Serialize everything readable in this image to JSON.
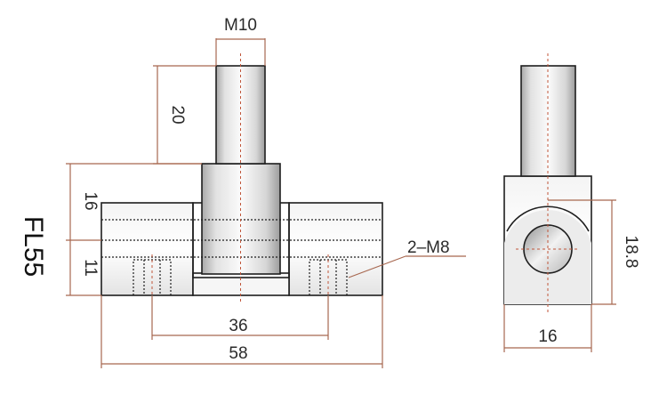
{
  "model": "FL55",
  "dimensions": {
    "thread": "M10",
    "stud_length": "20",
    "upper_height": "16",
    "lower_height": "11",
    "hole_spacing": "36",
    "total_width": "58",
    "mount_holes": "2–M8",
    "side_height": "18.8",
    "side_width": "16"
  },
  "colors": {
    "dimension": "#a7674f",
    "outline": "#1e1e1e",
    "centerline": "#c0563a"
  }
}
